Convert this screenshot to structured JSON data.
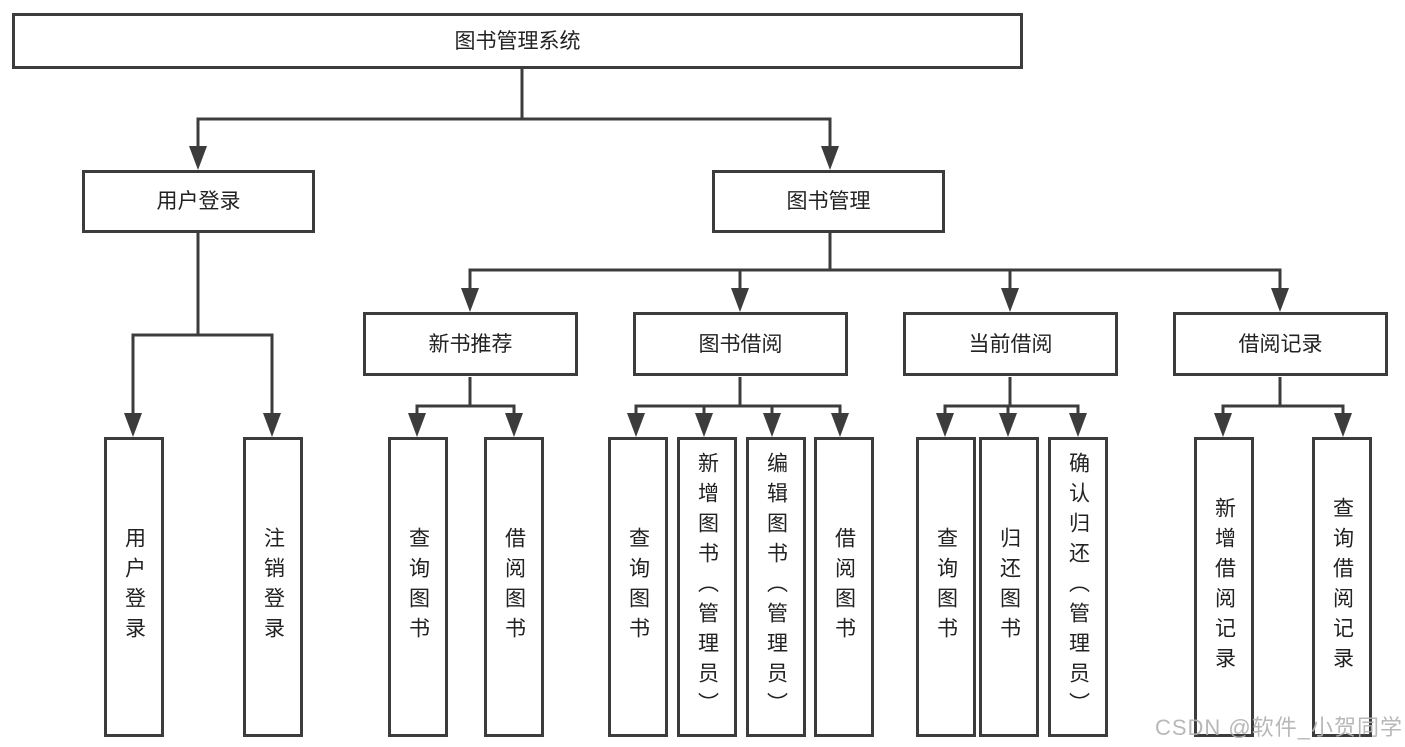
{
  "diagram": {
    "root": {
      "label": "图书管理系统"
    },
    "level2": {
      "user_login": "用户登录",
      "book_management": "图书管理"
    },
    "level3": {
      "new_book_recommend": "新书推荐",
      "book_borrow": "图书借阅",
      "current_borrow": "当前借阅",
      "borrow_records": "借阅记录"
    },
    "leaves": {
      "user_login_leaf": "用户登录",
      "logout": "注销登录",
      "nb_query_books": "查询图书",
      "nb_borrow_books": "借阅图书",
      "bb_query_books": "查询图书",
      "bb_add_books": "新增图书（管理员）",
      "bb_edit_books": "编辑图书（管理员）",
      "bb_borrow_books": "借阅图书",
      "cb_query_books": "查询图书",
      "cb_return_books": "归还图书",
      "cb_confirm_return": "确认归还（管理员）",
      "br_add_record": "新增借阅记录",
      "br_query_record": "查询借阅记录"
    }
  },
  "watermark": {
    "text": "CSDN @软件_小贺同学"
  },
  "colors": {
    "line": "#3c3c3c",
    "box_border": "#3c3c3c",
    "text": "#222222",
    "watermark": "#b3b3b3",
    "background": "#ffffff"
  }
}
